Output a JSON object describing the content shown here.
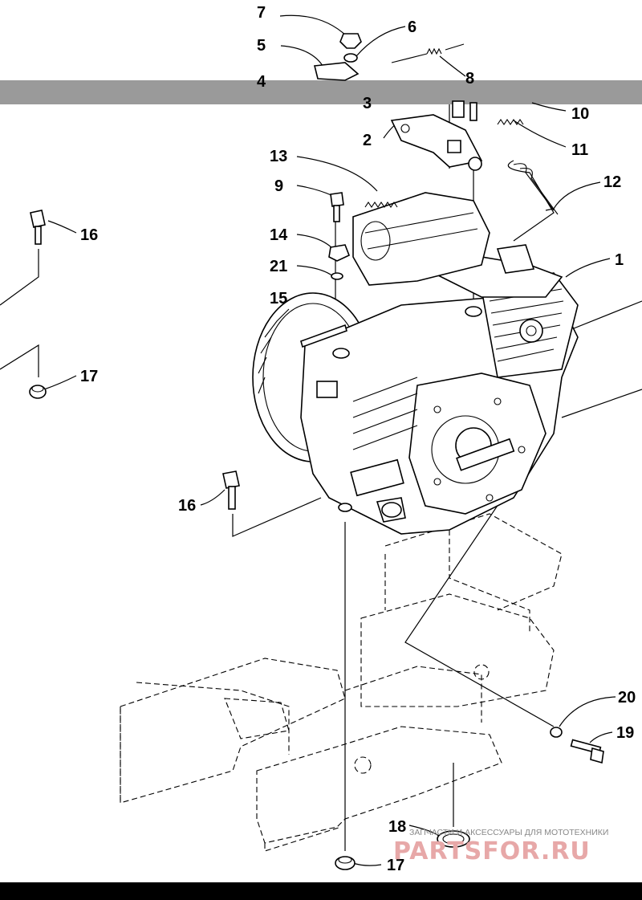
{
  "callouts": [
    {
      "id": "c7",
      "text": "7"
    },
    {
      "id": "c6",
      "text": "6"
    },
    {
      "id": "c5",
      "text": "5"
    },
    {
      "id": "c8",
      "text": "8"
    },
    {
      "id": "c4",
      "text": "4"
    },
    {
      "id": "c3",
      "text": "3"
    },
    {
      "id": "c10",
      "text": "10"
    },
    {
      "id": "c2",
      "text": "2"
    },
    {
      "id": "c11",
      "text": "11"
    },
    {
      "id": "c13",
      "text": "13"
    },
    {
      "id": "c9",
      "text": "9"
    },
    {
      "id": "c12",
      "text": "12"
    },
    {
      "id": "c16a",
      "text": "16"
    },
    {
      "id": "c14",
      "text": "14"
    },
    {
      "id": "c1",
      "text": "1"
    },
    {
      "id": "c21",
      "text": "21"
    },
    {
      "id": "c15",
      "text": "15"
    },
    {
      "id": "c17a",
      "text": "17"
    },
    {
      "id": "c16b",
      "text": "16"
    },
    {
      "id": "c20",
      "text": "20"
    },
    {
      "id": "c19",
      "text": "19"
    },
    {
      "id": "c18",
      "text": "18"
    },
    {
      "id": "c17b",
      "text": "17"
    }
  ],
  "watermark": {
    "subtitle": "ЗАПЧАСТИ И АКСЕССУАРЫ ДЛЯ МОТОТЕХНИКИ",
    "brand": "PARTSFOR.RU",
    "color": "#e7a8a8"
  },
  "colors": {
    "line": "#000000",
    "background": "#ffffff",
    "scan_band": "#9a9a9a"
  }
}
